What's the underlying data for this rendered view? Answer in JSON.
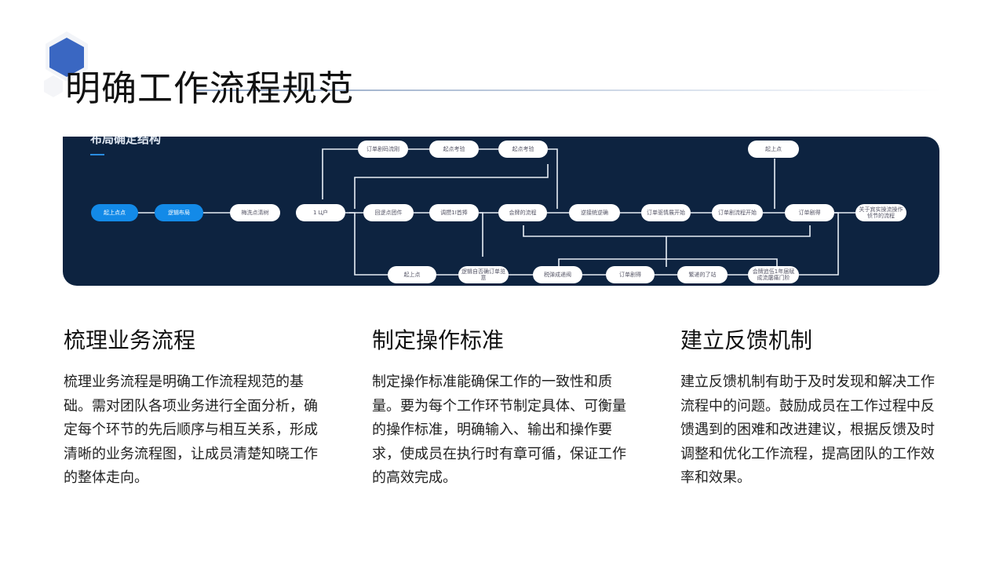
{
  "title": "明确工作流程规范",
  "diagram": {
    "title": "布局确定结构",
    "main_row": [
      "起上点点",
      "逻辑布局",
      "梅洗点清树",
      "1 Ц户",
      "回逻点团件",
      "调攒1Ⅰ首捧",
      "会牌的流程",
      "逆接统逆确",
      "订单驱情展开始",
      "订单剧流程开始",
      "订单剧得",
      "关于宾实操流操作侦节的流程"
    ],
    "top_row": [
      "订单剧码流刚",
      "起点考验",
      "起点考验",
      "起上点"
    ],
    "bottom_row": [
      "起上点",
      "逻辑自否确订单览意",
      "税弹成递阀",
      "订单剧得",
      "繁递的了站",
      "会牌追伍1年届赋成流屠痛门阶"
    ]
  },
  "sections": [
    {
      "heading": "梳理业务流程",
      "body": "梳理业务流程是明确工作流程规范的基础。需对团队各项业务进行全面分析，确定每个环节的先后顺序与相互关系，形成清晰的业务流程图，让成员清楚知晓工作的整体走向。"
    },
    {
      "heading": "制定操作标准",
      "body": "制定操作标准能确保工作的一致性和质量。要为每个工作环节制定具体、可衡量的操作标准，明确输入、输出和操作要求，使成员在执行时有章可循，保证工作的高效完成。"
    },
    {
      "heading": "建立反馈机制",
      "body": "建立反馈机制有助于及时发现和解决工作流程中的问题。鼓励成员在工作过程中反馈遇到的困难和改进建议，根据反馈及时调整和优化工作流程，提高团队的工作效率和效果。"
    }
  ]
}
